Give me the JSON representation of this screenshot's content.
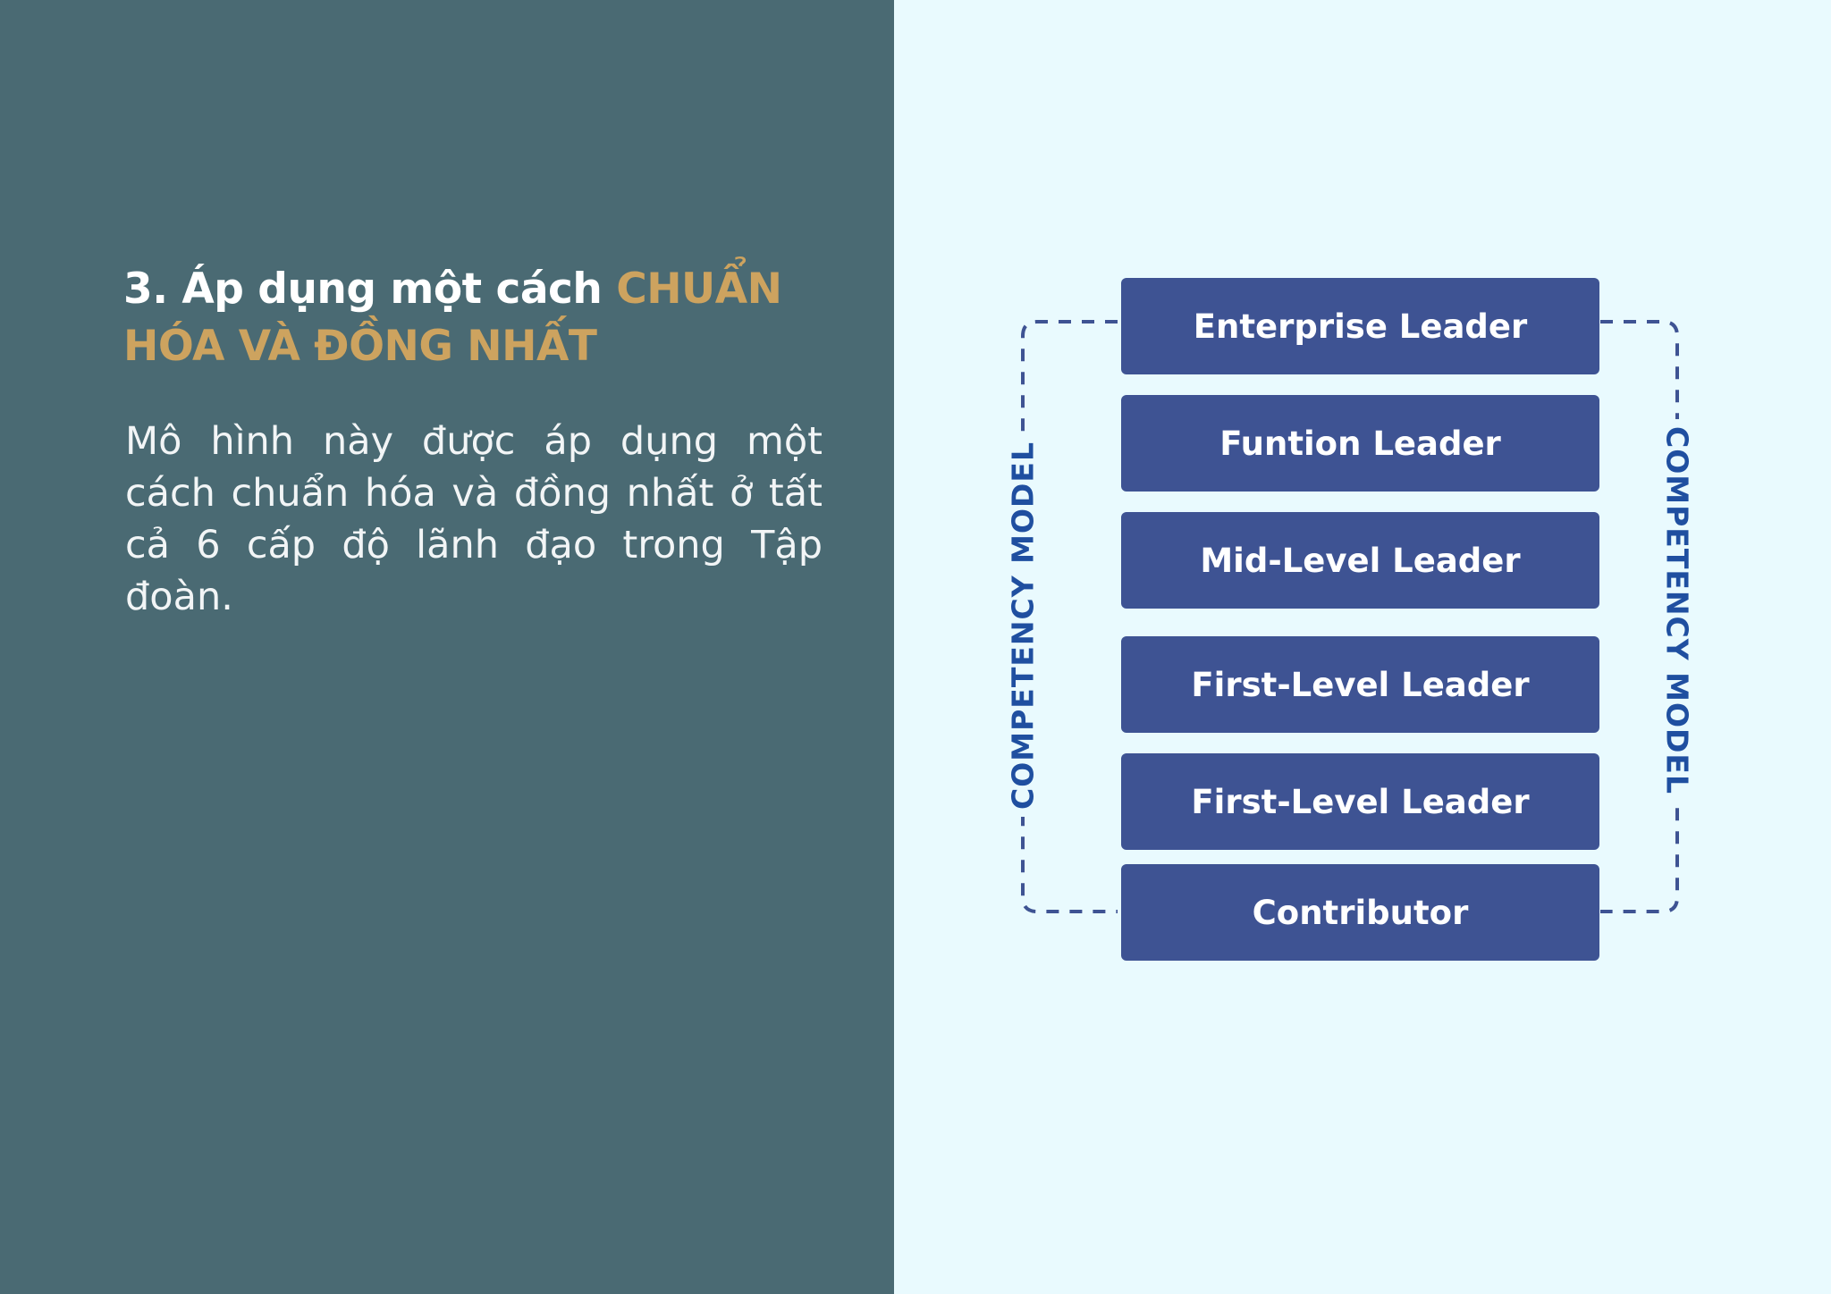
{
  "left_panel": {
    "heading_prefix": "3. Áp dụng một cách ",
    "heading_accent": "CHUẨN HÓA VÀ ĐỒNG NHẤT",
    "body": "Mô hình này được áp dụng một cách chuẩn hóa và đồng nhất ở tất cả 6 cấp độ lãnh đạo trong Tập đoàn."
  },
  "diagram": {
    "side_label_left": "COMPETENCY MODEL",
    "side_label_right": "COMPETENCY MODEL",
    "levels": [
      {
        "label": "Enterprise Leader"
      },
      {
        "label": "Funtion Leader"
      },
      {
        "label": "Mid-Level Leader"
      },
      {
        "label": "First-Level Leader"
      },
      {
        "label": "First-Level Leader"
      },
      {
        "label": "Contributor"
      }
    ]
  },
  "colors": {
    "left_background": "#4a6a73",
    "right_background": "#e9fafe",
    "accent_gold": "#cda35f",
    "level_box": "#3e5393",
    "label_blue": "#1f4fa0",
    "frame_dash": "#3e5393"
  }
}
